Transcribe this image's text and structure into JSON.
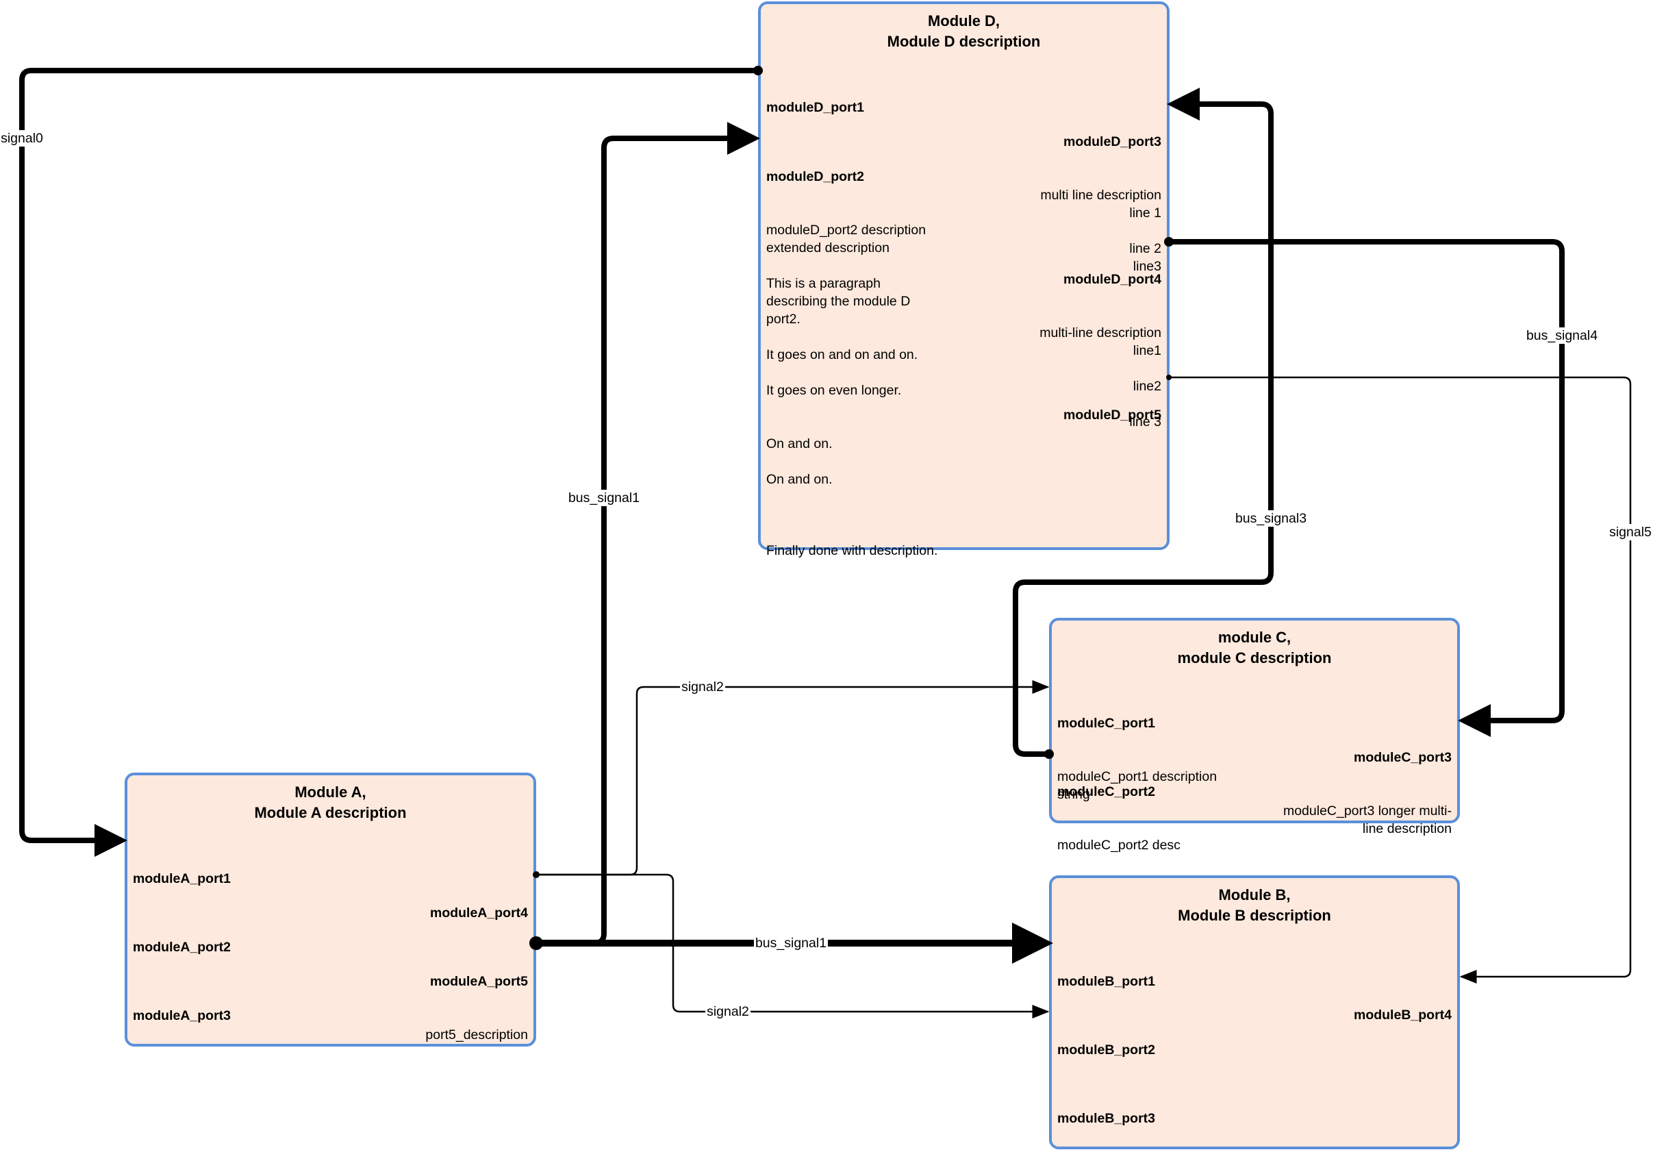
{
  "modules": {
    "D": {
      "title": "Module D,",
      "subtitle": "Module D description",
      "ports": {
        "port1": {
          "name": "moduleD_port1",
          "desc": ""
        },
        "port2": {
          "name": "moduleD_port2",
          "desc": "moduleD_port2 description\nextended description\n\nThis is a paragraph\ndescribing the module D\nport2.\n\nIt goes on and on and on.\n\nIt goes on even longer.\n\n\nOn and on.\n\nOn and on.\n\n\n\nFinally done with description."
        },
        "port3": {
          "name": "moduleD_port3",
          "desc": "multi line description\nline 1\n\nline 2\nline3"
        },
        "port4": {
          "name": "moduleD_port4",
          "desc": "multi-line description\nline1\n\nline2\n\nline 3"
        },
        "port5": {
          "name": "moduleD_port5",
          "desc": ""
        }
      }
    },
    "C": {
      "title": "module C,",
      "subtitle": "module C description",
      "ports": {
        "port1": {
          "name": "moduleC_port1",
          "desc": "moduleC_port1 description\nstring"
        },
        "port2": {
          "name": "moduleC_port2",
          "desc": "moduleC_port2 desc"
        },
        "port3": {
          "name": "moduleC_port3",
          "desc": "moduleC_port3 longer multi-\nline description"
        }
      }
    },
    "B": {
      "title": "Module B,",
      "subtitle": "Module B description",
      "ports": {
        "port1": {
          "name": "moduleB_port1",
          "desc": ""
        },
        "port2": {
          "name": "moduleB_port2",
          "desc": ""
        },
        "port3": {
          "name": "moduleB_port3",
          "desc": ""
        },
        "port4": {
          "name": "moduleB_port4",
          "desc": ""
        }
      }
    },
    "A": {
      "title": "Module A,",
      "subtitle": "Module A description",
      "ports": {
        "port1": {
          "name": "moduleA_port1",
          "desc": ""
        },
        "port2": {
          "name": "moduleA_port2",
          "desc": ""
        },
        "port3": {
          "name": "moduleA_port3",
          "desc": ""
        },
        "port4": {
          "name": "moduleA_port4",
          "desc": ""
        },
        "port5": {
          "name": "moduleA_port5",
          "desc": "port5_description"
        }
      }
    }
  },
  "signals": {
    "signal0": {
      "label": "signal0",
      "from": "moduleD_port1",
      "to": "moduleA_port1",
      "bus": true
    },
    "bus_signal1_d": {
      "label": "bus_signal1",
      "from": "moduleA_port5",
      "to": "moduleD_port2",
      "bus": true
    },
    "bus_signal1_b": {
      "label": "bus_signal1",
      "from": "moduleA_port5",
      "to": "moduleB_port1",
      "bus": true
    },
    "bus_signal3": {
      "label": "bus_signal3",
      "from": "moduleC_port2",
      "to": "moduleD_port3",
      "bus": true
    },
    "bus_signal4": {
      "label": "bus_signal4",
      "from": "moduleD_port4",
      "to": "moduleC_port3",
      "bus": true
    },
    "signal5": {
      "label": "signal5",
      "from": "moduleD_port5",
      "to": "moduleB_port4",
      "bus": false
    },
    "signal2_c": {
      "label": "signal2",
      "from": "moduleA_port4",
      "to": "moduleC_port1",
      "bus": false
    },
    "signal2_b": {
      "label": "signal2",
      "from": "moduleA_port4",
      "to": "moduleB_port2",
      "bus": false
    }
  },
  "colors": {
    "module_fill": "#fde9dd",
    "module_border": "#5b8fd9",
    "wire": "#000000"
  }
}
